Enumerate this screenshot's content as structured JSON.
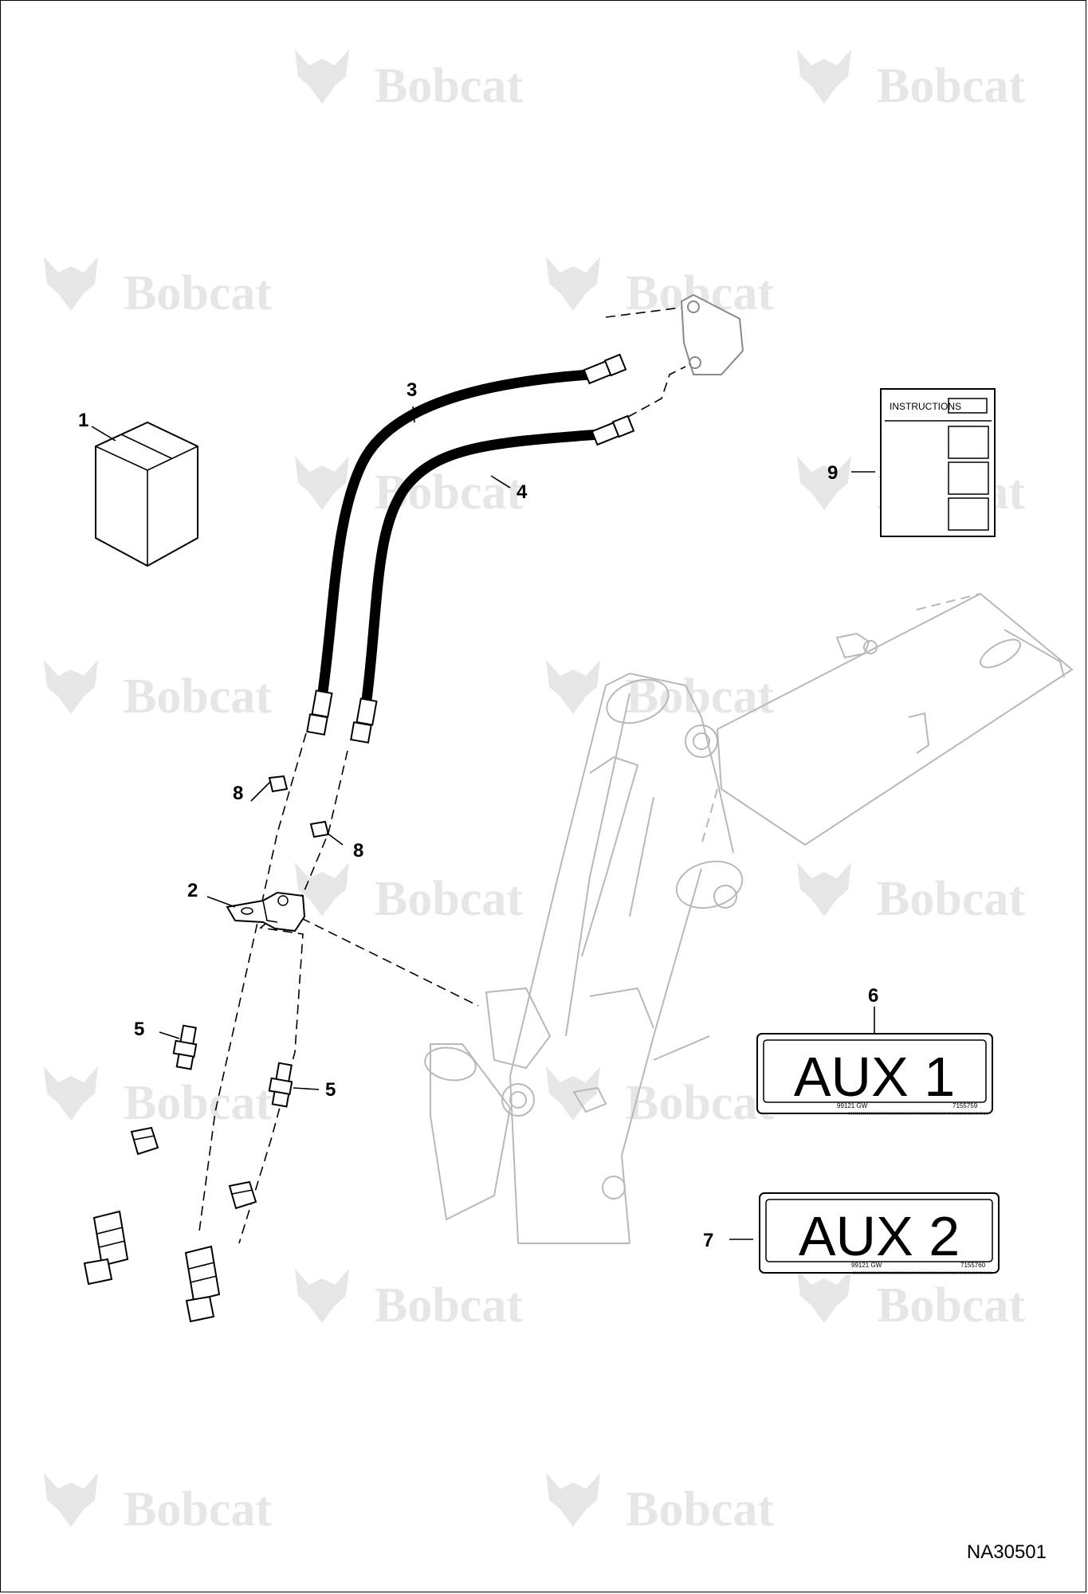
{
  "watermark": {
    "text": "Bobcat"
  },
  "callouts": {
    "c1": "1",
    "c2": "2",
    "c3": "3",
    "c4": "4",
    "c5a": "5",
    "c5b": "5",
    "c6": "6",
    "c7": "7",
    "c8a": "8",
    "c8b": "8",
    "c9": "9"
  },
  "manual": {
    "title": "INSTRUCTIONS"
  },
  "decals": {
    "aux1": {
      "text": "AUX 1",
      "code_left": "99121 GW",
      "code_right": "7155759"
    },
    "aux2": {
      "text": "AUX 2",
      "code_left": "99121 GW",
      "code_right": "7155760"
    }
  },
  "drawing_id": "NA30501"
}
